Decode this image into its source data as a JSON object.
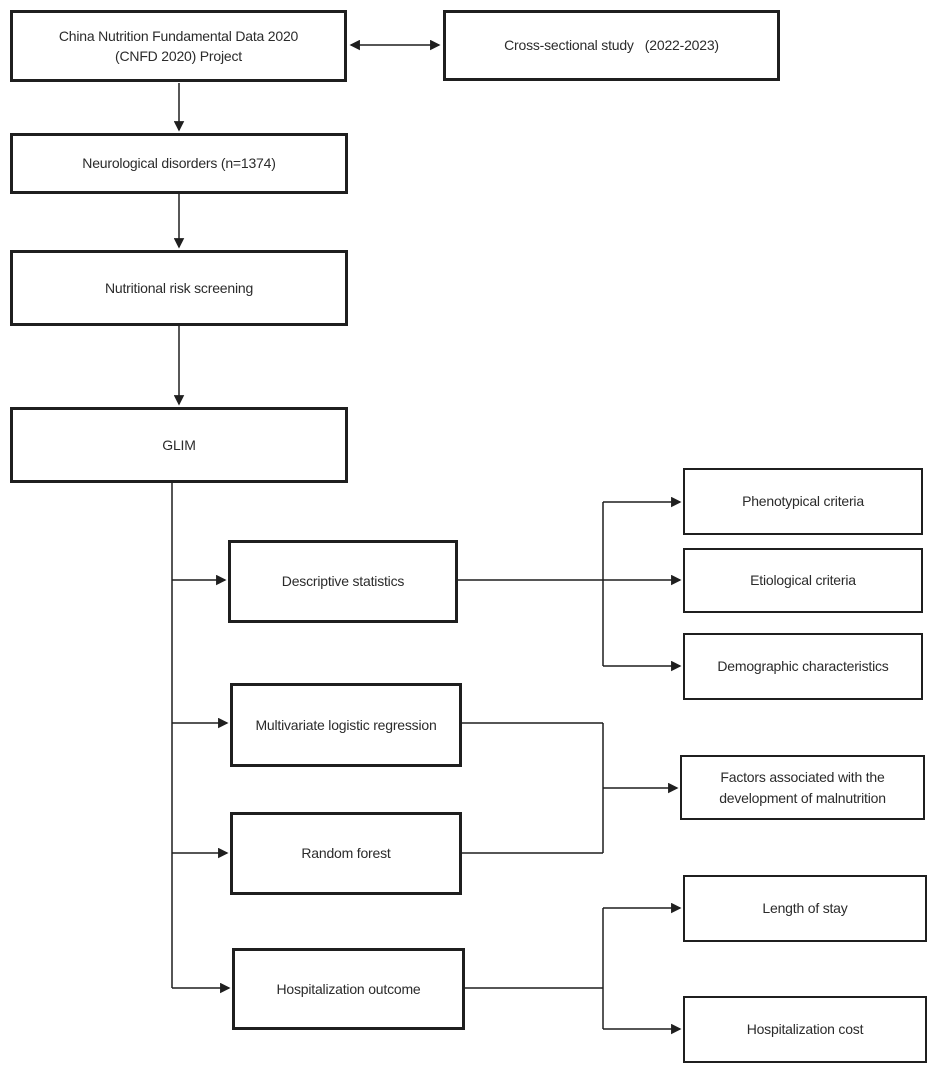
{
  "diagram": {
    "title_implicit": "Study flowchart",
    "colors": {
      "box_fill": "#ffffff",
      "box_border": "#1f1f1f",
      "text": "#2b2b2b",
      "line": "#1f1f1f",
      "canvas": "#ffffff"
    },
    "nodes": {
      "cnfd": {
        "line1": "China Nutrition Fundamental Data 2020",
        "line2": "(CNFD 2020) Project"
      },
      "cross_sectional": {
        "label": "Cross-sectional study   (2022-2023)"
      },
      "neurological": {
        "label": "Neurological disorders (n=1374)"
      },
      "screening": {
        "label": "Nutritional risk screening"
      },
      "glim": {
        "label": "GLIM"
      },
      "descriptive": {
        "label": "Descriptive statistics"
      },
      "multivariate": {
        "label": "Multivariate logistic regression"
      },
      "random_forest": {
        "label": "Random forest"
      },
      "hosp_outcome": {
        "label": "Hospitalization outcome"
      },
      "phenotypical": {
        "label": "Phenotypical criteria"
      },
      "etiological": {
        "label": "Etiological criteria"
      },
      "demographic": {
        "label": "Demographic characteristics"
      },
      "factors": {
        "line1": "Factors associated with the",
        "line2": "development of malnutrition"
      },
      "length_of_stay": {
        "label": "Length of stay"
      },
      "hosp_cost": {
        "label": "Hospitalization cost"
      }
    },
    "edges": [
      {
        "from": "cnfd",
        "to": "cross_sectional",
        "type": "bidirectional"
      },
      {
        "from": "cnfd",
        "to": "neurological",
        "type": "arrow"
      },
      {
        "from": "neurological",
        "to": "screening",
        "type": "arrow"
      },
      {
        "from": "screening",
        "to": "glim",
        "type": "arrow"
      },
      {
        "from": "glim",
        "to": "descriptive",
        "type": "arrow"
      },
      {
        "from": "glim",
        "to": "multivariate",
        "type": "arrow"
      },
      {
        "from": "glim",
        "to": "random_forest",
        "type": "arrow"
      },
      {
        "from": "glim",
        "to": "hosp_outcome",
        "type": "arrow"
      },
      {
        "from": "descriptive",
        "to": "phenotypical",
        "type": "arrow"
      },
      {
        "from": "descriptive",
        "to": "etiological",
        "type": "arrow"
      },
      {
        "from": "descriptive",
        "to": "demographic",
        "type": "arrow"
      },
      {
        "from": "multivariate",
        "to": "factors",
        "type": "arrow"
      },
      {
        "from": "random_forest",
        "to": "factors",
        "type": "arrow"
      },
      {
        "from": "hosp_outcome",
        "to": "length_of_stay",
        "type": "arrow"
      },
      {
        "from": "hosp_outcome",
        "to": "hosp_cost",
        "type": "arrow"
      }
    ]
  }
}
